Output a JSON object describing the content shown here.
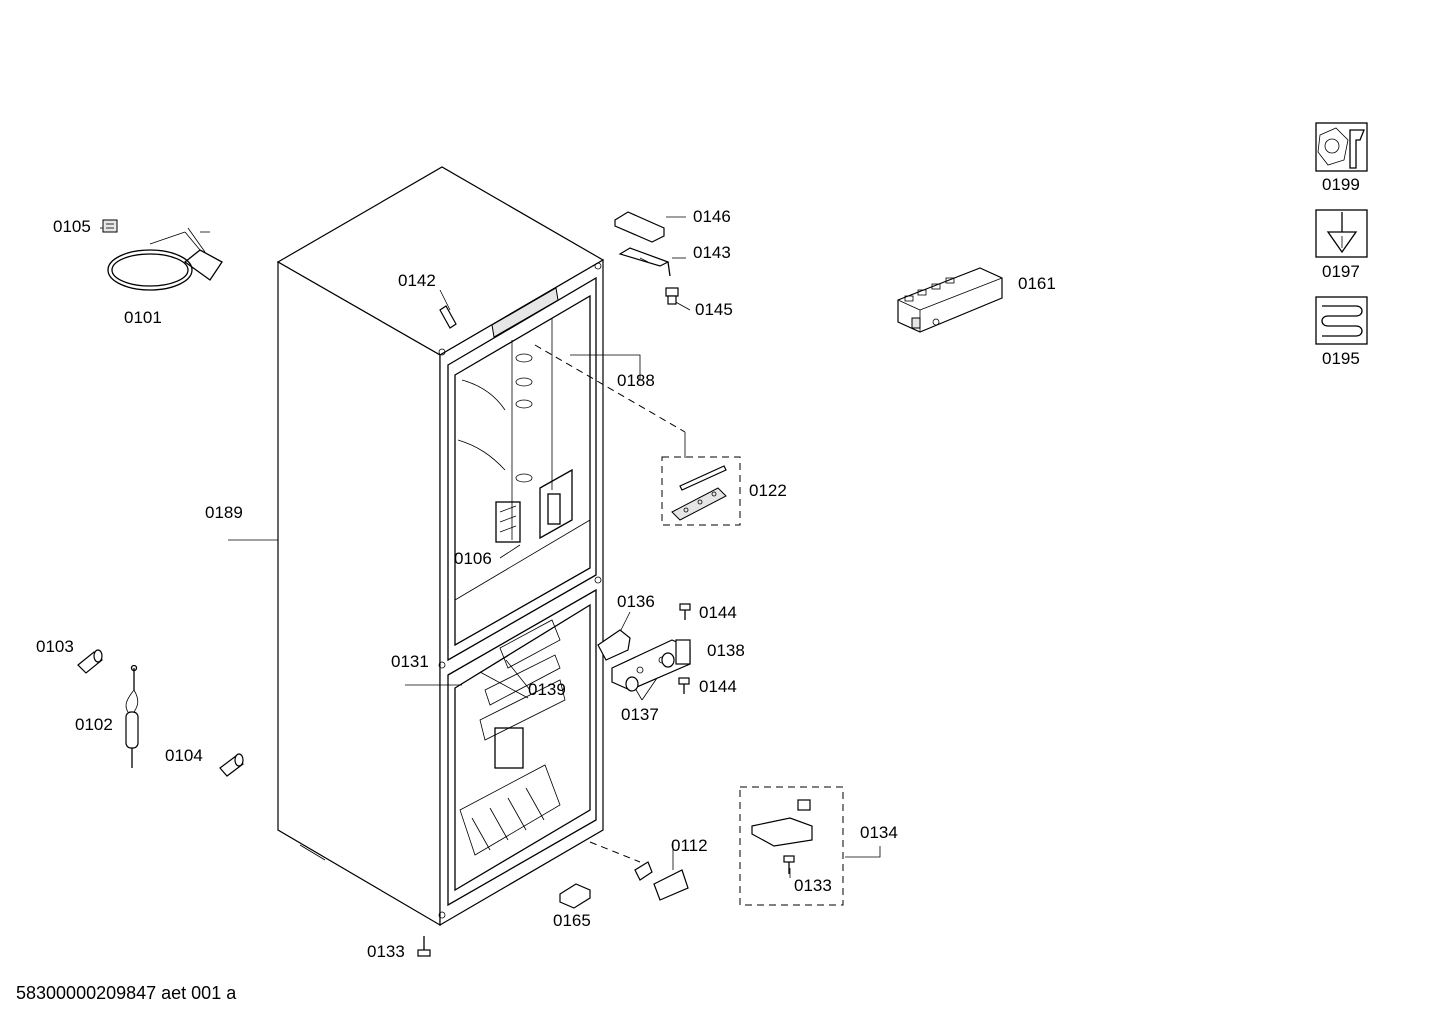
{
  "document_id": "58300000209847 aet 001 a",
  "part_labels": {
    "p0101": "0101",
    "p0102": "0102",
    "p0103": "0103",
    "p0104": "0104",
    "p0105": "0105",
    "p0106": "0106",
    "p0112": "0112",
    "p0122": "0122",
    "p0131": "0131",
    "p0133a": "0133",
    "p0133b": "0133",
    "p0134": "0134",
    "p0136": "0136",
    "p0137": "0137",
    "p0138": "0138",
    "p0139": "0139",
    "p0142": "0142",
    "p0143": "0143",
    "p0144a": "0144",
    "p0144b": "0144",
    "p0145": "0145",
    "p0146": "0146",
    "p0161": "0161",
    "p0165": "0165",
    "p0188": "0188",
    "p0189": "0189",
    "p0195": "0195",
    "p0197": "0197",
    "p0199": "0199"
  },
  "service_icons": [
    "wrench-nut-icon",
    "screwdriver-icon",
    "heating-coil-icon"
  ]
}
